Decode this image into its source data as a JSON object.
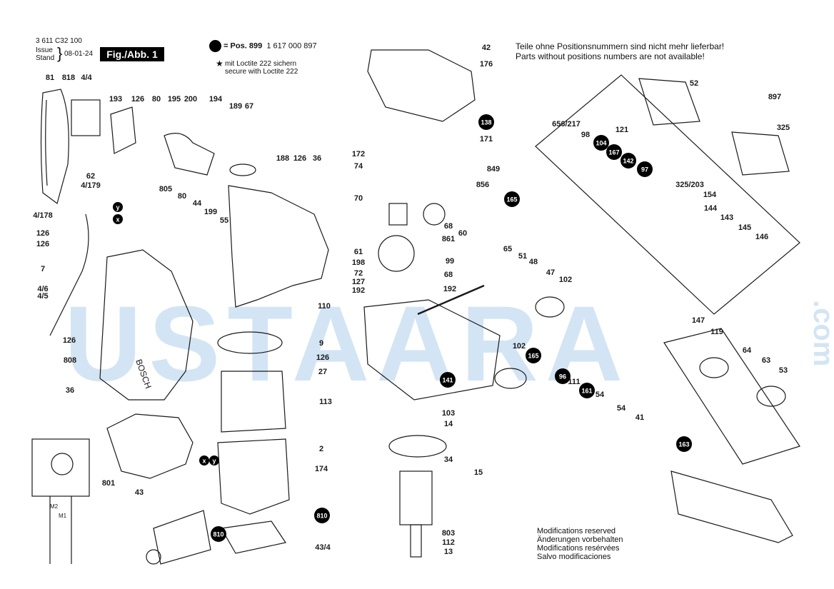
{
  "header": {
    "doc_number": "3 611 C32 100",
    "issue_label": "Issue",
    "stand_label": "Stand",
    "date": "08-01-24",
    "figure": "Fig./Abb. 1",
    "pos_label": "= Pos. 899",
    "pos_number": "1 617 000 897",
    "loctite_de": "mit Loctite 222 sichern",
    "loctite_en": "secure with Loctite 222"
  },
  "notes": {
    "de": "Teile ohne Positionsnummern sind nicht mehr lieferbar!",
    "en": "Parts without positions numbers are not available!"
  },
  "modifications": [
    "Modifications reserved",
    "Änderungen vorbehalten",
    "Modifications resérvées",
    "Salvo modificaciones"
  ],
  "watermark": {
    "text": "USTAARA",
    "suffix": ".com"
  },
  "brand_on_housing": "BOSCH",
  "wire_markers": [
    "y",
    "x"
  ],
  "circuit_labels": [
    "M2",
    "M1"
  ],
  "colors": {
    "line": "#1a1a1a",
    "badge": "#000000",
    "badge_text": "#ffffff",
    "watermark_blue": "#9fc6e8",
    "watermark_orange": "#f3c48a"
  },
  "part_labels": [
    "81",
    "818",
    "4/4",
    "193",
    "126",
    "80",
    "195",
    "200",
    "194",
    "189",
    "67",
    "62",
    "4/179",
    "4/178",
    "126",
    "126",
    "7",
    "4/6",
    "4/5",
    "805",
    "80",
    "44",
    "199",
    "55",
    "188",
    "126",
    "36",
    "126",
    "808",
    "36",
    "110",
    "9",
    "126",
    "27",
    "113",
    "2",
    "174",
    "801",
    "43",
    "43/4",
    "42",
    "176",
    "172",
    "74",
    "171",
    "849",
    "856",
    "70",
    "68",
    "60",
    "861",
    "61",
    "198",
    "72",
    "99",
    "68",
    "127",
    "192",
    "192",
    "65",
    "51",
    "48",
    "47",
    "102",
    "102",
    "103",
    "14",
    "34",
    "15",
    "803",
    "112",
    "13",
    "111",
    "54",
    "54",
    "41",
    "52",
    "656/217",
    "98",
    "121",
    "897",
    "325",
    "325/203",
    "154",
    "144",
    "143",
    "145",
    "146",
    "147",
    "119",
    "64",
    "63",
    "53",
    "52"
  ],
  "badges": [
    "138",
    "165",
    "104",
    "167",
    "142",
    "97",
    "165",
    "141",
    "96",
    "161",
    "163",
    "810",
    "810"
  ]
}
